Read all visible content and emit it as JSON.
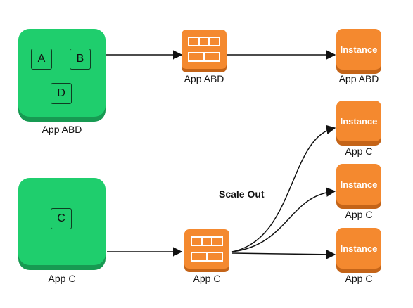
{
  "colors": {
    "app_green": "#1fce6d",
    "app_green_shadow": "#179a52",
    "orange": "#f4892f",
    "orange_shadow": "#c46418",
    "edge": "#111111"
  },
  "top_row": {
    "app": {
      "caption": "App ABD",
      "modules": [
        "A",
        "B",
        "D"
      ]
    },
    "load_balancer": {
      "caption": "App ABD",
      "icon": "load-balancer-icon"
    },
    "instance": {
      "label": "Instance",
      "caption": "App ABD"
    }
  },
  "bottom_row": {
    "app": {
      "caption": "App C",
      "modules": [
        "C"
      ]
    },
    "load_balancer": {
      "caption": "App C",
      "icon": "load-balancer-icon"
    },
    "scale_label": "Scale Out",
    "instances": [
      {
        "label": "Instance",
        "caption": "App C"
      },
      {
        "label": "Instance",
        "caption": "App C"
      },
      {
        "label": "Instance",
        "caption": "App C"
      }
    ]
  }
}
